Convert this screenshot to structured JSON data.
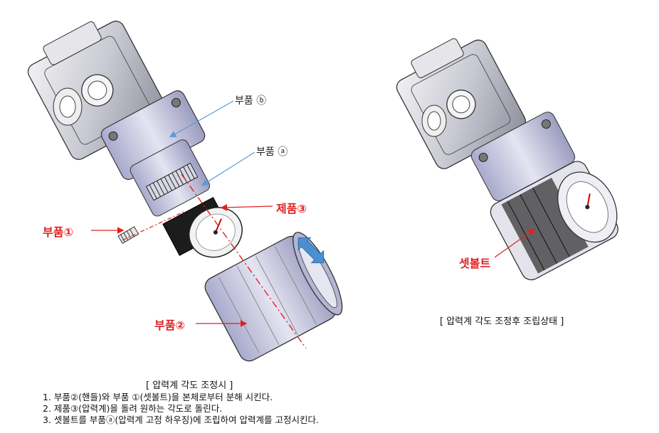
{
  "left_diagram": {
    "labels": {
      "part_b": "부품 ⓑ",
      "part_a": "부품 ⓐ",
      "product_3": "제품③",
      "part_1": "부품①",
      "part_2": "부품②"
    },
    "caption": "[ 압력계 각도 조정시 ]"
  },
  "right_diagram": {
    "labels": {
      "set_bolt": "셋볼트"
    },
    "caption": "[ 압력계 각도 조정후 조립상태 ]"
  },
  "instructions": [
    "1. 부품②(핸들)와 부품 ①(셋볼트)을 본체로부터 분해 시킨다.",
    "2. 제품③(압력계)을 돌려 원하는 각도로 돌린다.",
    "3. 셋볼트를 부품ⓐ(압력계 고정 하우징)에 조립하여 압력계를 고정시킨다."
  ],
  "colors": {
    "label_red": "#e02020",
    "leader_blue": "#5a9bd5",
    "arrow_blue": "#4a8fd0"
  }
}
